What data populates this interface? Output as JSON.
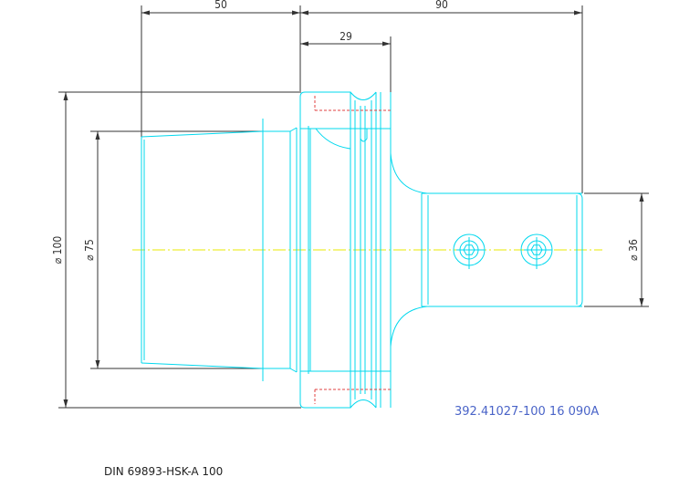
{
  "dimensions": {
    "total_length": "90",
    "taper_length": "50",
    "flange_length": "29",
    "flange_diameter": "⌀ 100",
    "taper_diameter": "⌀ 75",
    "shank_diameter": "⌀ 36"
  },
  "part_number": "392.41027-100 16 090A",
  "standard": "DIN 69893-HSK-A 100",
  "colors": {
    "outline": "#00d8ee",
    "dimension": "#333333",
    "centerline": "#e8e800",
    "hidden": "#e04040",
    "part_number": "#4a64c8"
  }
}
